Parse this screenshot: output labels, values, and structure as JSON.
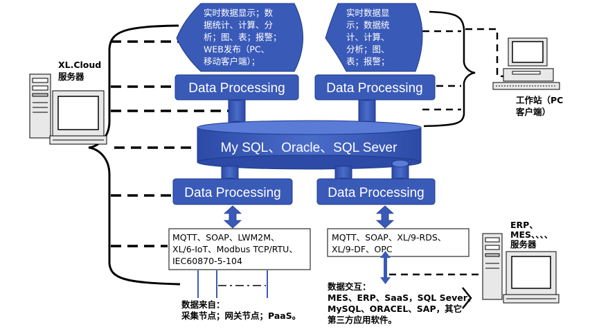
{
  "server_label": [
    "XL.Cloud",
    "服务器"
  ],
  "workstation_label": [
    "工作站（PC",
    "客户端）"
  ],
  "erp_label": [
    "ERP、",
    "MES、、、、",
    "服务器"
  ],
  "bubble_left": [
    "实时数据显示；数",
    "据统计、计算、分",
    "析；图、表；报警；",
    "WEB发布（PC、",
    "移动客户端）；"
  ],
  "bubble_right": [
    "实时数据显",
    "示；数据统",
    "计、计算、",
    "分析；图、",
    "表；报警；"
  ],
  "data_processing": "Data Processing",
  "database": "My SQL、Oracle、SQL Sever",
  "protocols_left": [
    "MQTT、SOAP、LWM2M、",
    "XL/6-IoT、Modbus TCP/RTU、",
    "IEC60870-5-104"
  ],
  "protocols_right": [
    "MQTT、SOAP、XL/9-RDS、",
    "XL/9-DF、OPC"
  ],
  "data_source": [
    "数据来自：",
    "采集节点；网关节点；PaaS。"
  ],
  "data_exchange": [
    "数据交互：",
    "MES、ERP、SaaS，SQL Sever、",
    "MySQL、ORACEL、SAP，其它",
    "第三方应用软件。"
  ],
  "colors": {
    "box_fill": "#3a5ab8",
    "box_stroke": "#1d3a8a",
    "text_light": "#ffffff",
    "line": "#000000"
  }
}
